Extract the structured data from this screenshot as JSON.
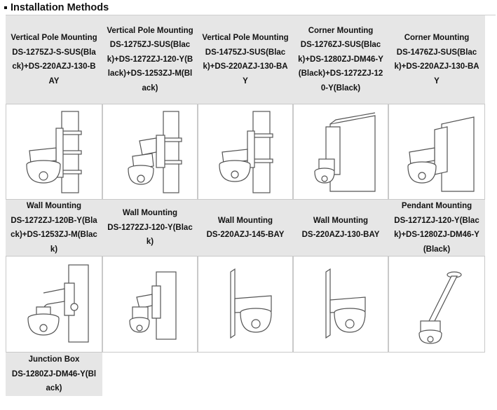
{
  "section": {
    "title": "Installation Methods"
  },
  "rows": [
    [
      {
        "title": "Vertical Pole Mounting",
        "model": "DS-1275ZJ-S-SUS(Black)+DS-220AZJ-130-BAY",
        "icon": "vertical-pole-mount-icon"
      },
      {
        "title": "Vertical Pole Mounting",
        "model": "DS-1275ZJ-SUS(Black)+DS-1272ZJ-120-Y(Black)+DS-1253ZJ-M(Black)",
        "icon": "vertical-pole-mount-icon"
      },
      {
        "title": "Vertical Pole Mounting",
        "model": "DS-1475ZJ-SUS(Black)+DS-220AZJ-130-BAY",
        "icon": "vertical-pole-mount-icon"
      },
      {
        "title": "Corner Mounting",
        "model": "DS-1276ZJ-SUS(Black)+DS-1280ZJ-DM46-Y(Black)+DS-1272ZJ-120-Y(Black)",
        "icon": "corner-mount-icon"
      },
      {
        "title": "Corner Mounting",
        "model": "DS-1476ZJ-SUS(Black)+DS-220AZJ-130-BAY",
        "icon": "corner-mount-icon"
      }
    ],
    [
      {
        "title": "Wall Mounting",
        "model": "DS-1272ZJ-120B-Y(Black)+DS-1253ZJ-M(Black)",
        "icon": "wall-mount-icon"
      },
      {
        "title": "Wall Mounting",
        "model": "DS-1272ZJ-120-Y(Black)",
        "icon": "wall-mount-icon"
      },
      {
        "title": "Wall Mounting",
        "model": "DS-220AZJ-145-BAY",
        "icon": "wall-mount-icon"
      },
      {
        "title": "Wall Mounting",
        "model": "DS-220AZJ-130-BAY",
        "icon": "wall-mount-icon"
      },
      {
        "title": "Pendant Mounting",
        "model": "DS-1271ZJ-120-Y(Black)+DS-1280ZJ-DM46-Y(Black)",
        "icon": "pendant-mount-icon"
      }
    ],
    [
      {
        "title": "Junction Box",
        "model": "DS-1280ZJ-DM46-Y(Black)",
        "icon": "junction-box-icon"
      }
    ]
  ]
}
